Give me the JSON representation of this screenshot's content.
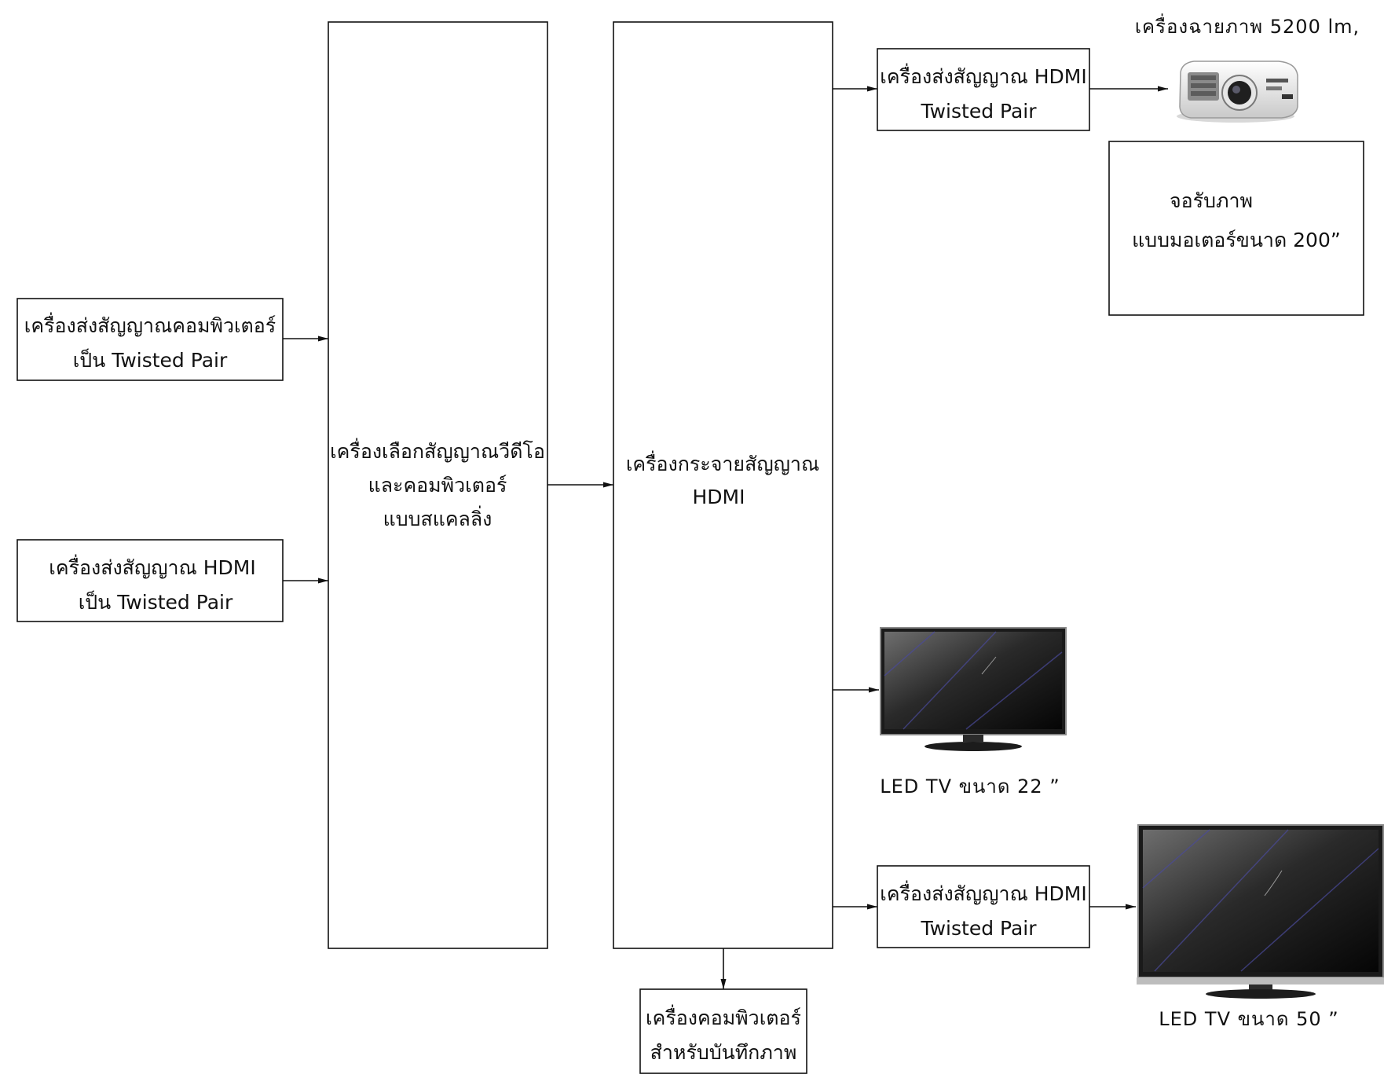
{
  "nodes": {
    "computer_tx": {
      "line1": "เครื่องส่งสัญญาณคอมพิวเตอร์",
      "line2": "เป็น Twisted Pair"
    },
    "hdmi_tx_in": {
      "line1": "เครื่องส่งสัญญาณ HDMI",
      "line2": "เป็น Twisted Pair"
    },
    "scaling_switcher": {
      "line1": "เครื่องเลือกสัญญาณวีดีโอ",
      "line2": "และคอมพิวเตอร์",
      "line3": "แบบสแคลลิ่ง"
    },
    "hdmi_distributor": {
      "line1": "เครื่องกระจายสัญญาณ",
      "line2": "HDMI"
    },
    "hdmi_tx_top": {
      "line1": "เครื่องส่งสัญญาณ HDMI",
      "line2": "Twisted Pair"
    },
    "hdmi_tx_bottom": {
      "line1": "เครื่องส่งสัญญาณ HDMI",
      "line2": "Twisted Pair"
    },
    "recorder": {
      "line1": "เครื่องคอมพิวเตอร์",
      "line2": "สำหรับบันทึกภาพ"
    },
    "screen": {
      "line1": "จอรับภาพ",
      "line2": "แบบมอเตอร์ขนาด 200”"
    }
  },
  "labels": {
    "projector": "เครื่องฉายภาพ 5200 lm,",
    "tv_small": "LED  TV  ขนาด 22  ”",
    "tv_large": "LED  TV  ขนาด 50  ”"
  },
  "icons": {
    "projector": "projector-icon",
    "tv_small": "led-tv-icon",
    "tv_large": "led-tv-icon"
  }
}
